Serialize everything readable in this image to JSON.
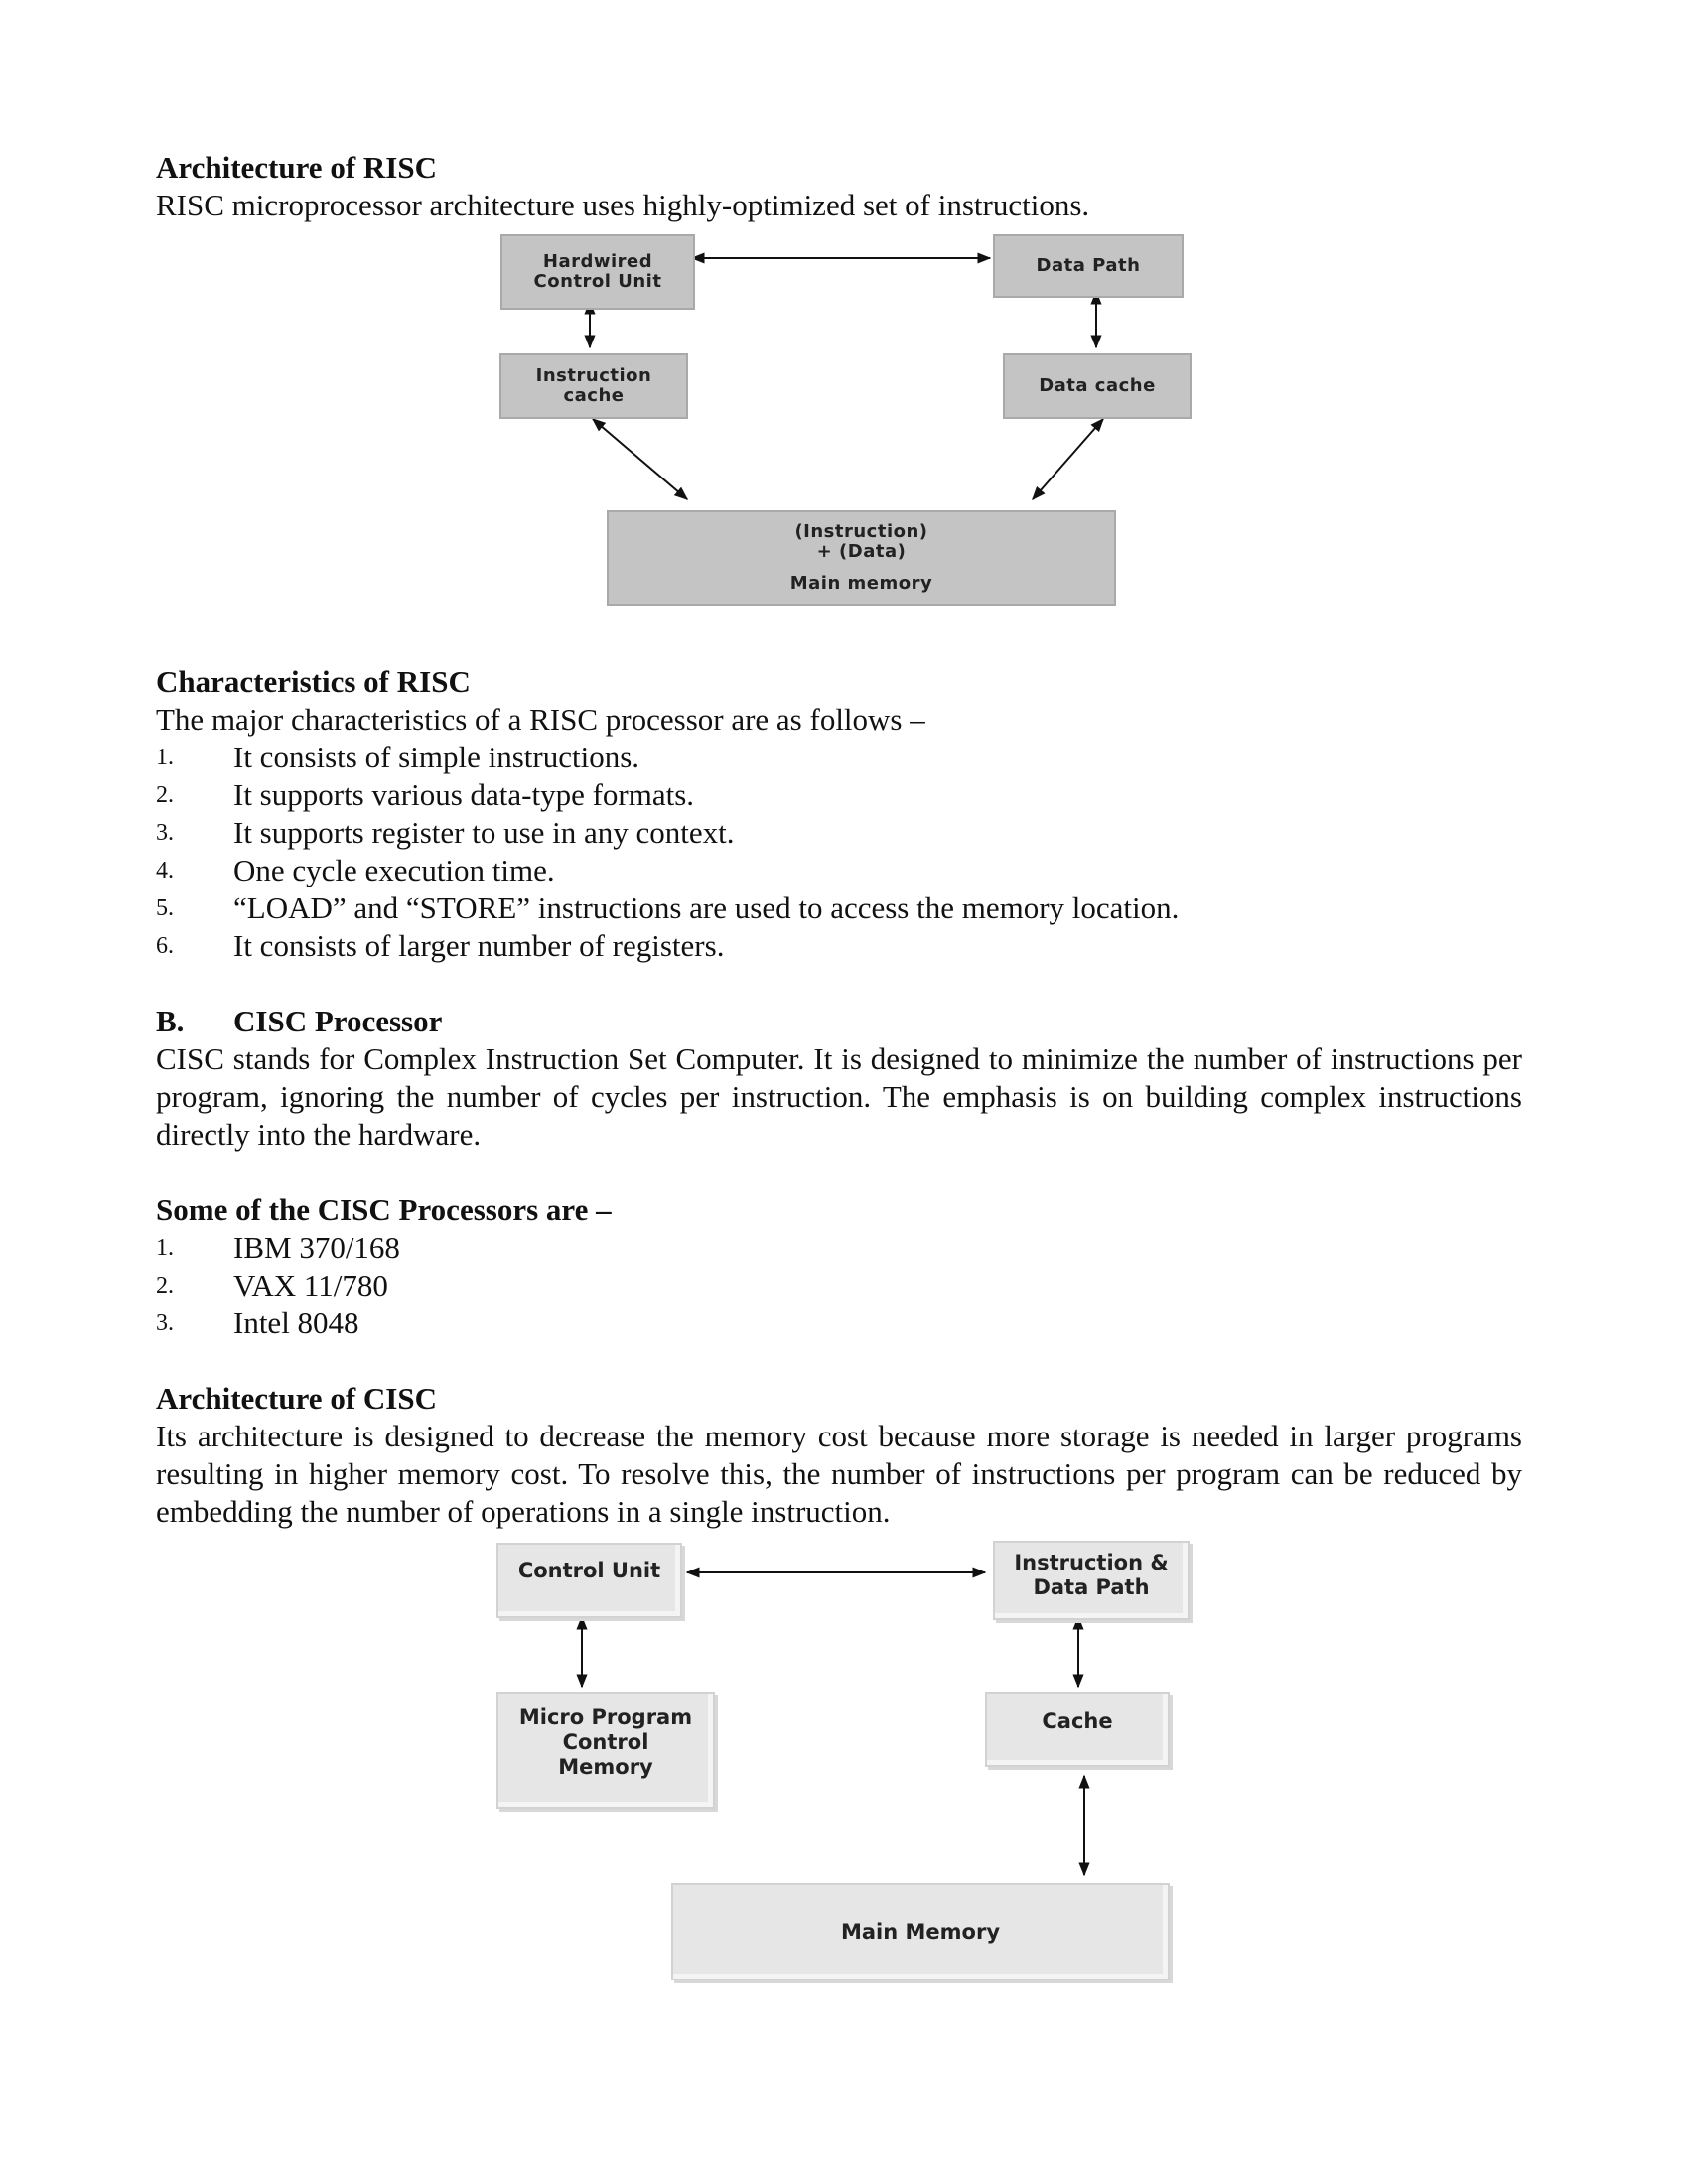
{
  "risc_arch": {
    "heading": "Architecture of RISC",
    "intro": "RISC microprocessor architecture uses highly-optimized set of instructions.",
    "diagram": {
      "hardwired_line1": "Hardwired",
      "hardwired_line2": "Control Unit",
      "data_path": "Data Path",
      "icache_line1": "Instruction",
      "icache_line2": "cache",
      "dcache": "Data cache",
      "mem_line1": "(Instruction)",
      "mem_line2": "+ (Data)",
      "mem_line3": "Main memory"
    }
  },
  "risc_chars": {
    "heading": "Characteristics of RISC",
    "intro": "The major characteristics of a RISC processor are as follows –",
    "items": [
      {
        "num": "1.",
        "text": "It consists of simple instructions."
      },
      {
        "num": "2.",
        "text": "It supports various data-type formats."
      },
      {
        "num": "3.",
        "text": "It supports register to use in any context."
      },
      {
        "num": "4.",
        "text": "One cycle execution time."
      },
      {
        "num": "5.",
        "text": "“LOAD” and “STORE” instructions are used to access the memory location."
      },
      {
        "num": "6.",
        "text": "It consists of larger number of registers."
      }
    ]
  },
  "cisc": {
    "num": "B.",
    "heading": "CISC Processor",
    "body": "CISC stands for Complex Instruction Set Computer. It is designed to minimize the number of instructions per program, ignoring the number of cycles per instruction. The emphasis is on building complex instructions directly into the hardware."
  },
  "cisc_list": {
    "heading": "Some of the CISC Processors are –",
    "items": [
      {
        "num": "1.",
        "text": "IBM 370/168"
      },
      {
        "num": "2.",
        "text": "VAX 11/780"
      },
      {
        "num": "3.",
        "text": "Intel 8048"
      }
    ]
  },
  "cisc_arch": {
    "heading": "Architecture of CISC",
    "body": "Its architecture is designed to decrease the memory cost because more storage is needed in larger programs resulting in higher memory cost. To resolve this, the number of instructions per program can be reduced by embedding the number of operations in a single instruction.",
    "diagram": {
      "control_unit": "Control Unit",
      "idp_line1": "Instruction &",
      "idp_line2": "Data Path",
      "mpcm_line1": "Micro Program",
      "mpcm_line2": "Control",
      "mpcm_line3": "Memory",
      "cache": "Cache",
      "main_memory": "Main Memory"
    }
  }
}
